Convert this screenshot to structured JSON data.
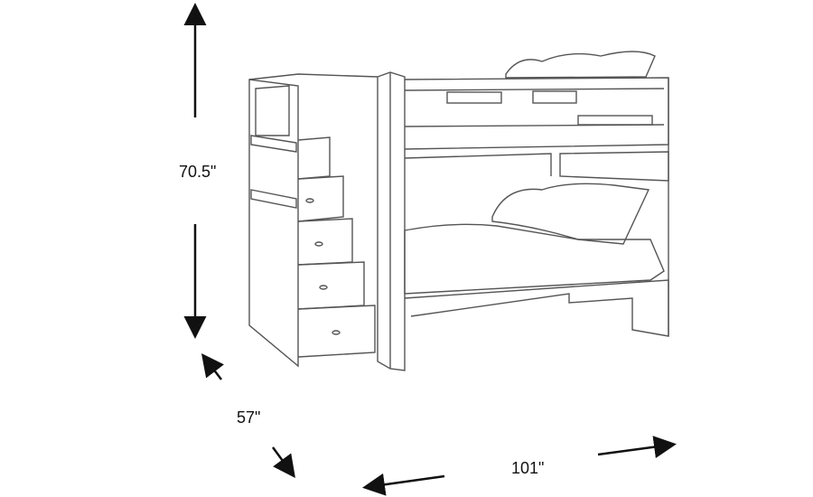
{
  "dimensions": {
    "height": "70.5\"",
    "depth": "57\"",
    "width": "101\""
  },
  "colors": {
    "line": "#111111",
    "sketch": "#555555"
  }
}
